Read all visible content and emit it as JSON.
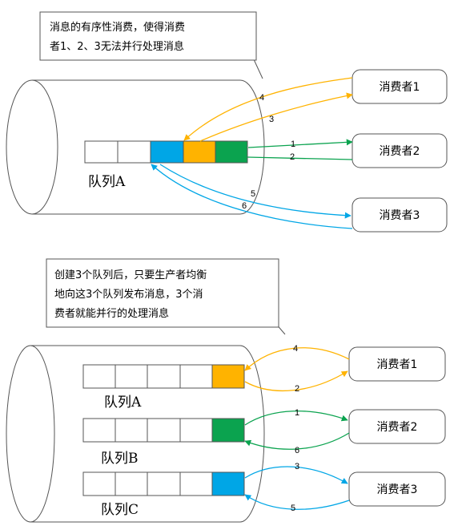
{
  "colors": {
    "orange": "#FFB300",
    "green": "#0BA34F",
    "blue": "#00A6E6",
    "border": "#555555"
  },
  "top": {
    "note": [
      "消息的有序性消费，使得消费",
      "者1、2、3无法并行处理消息"
    ],
    "queue_label": "队列A",
    "consumers": [
      "消费者1",
      "消费者2",
      "消费者3"
    ],
    "arrow_labels": [
      "4",
      "3",
      "1",
      "2",
      "5",
      "6"
    ]
  },
  "bottom": {
    "note": [
      "创建3个队列后，只要生产者均衡",
      "地向这3个队列发布消息，3个消",
      "费者就能并行的处理消息"
    ],
    "queue_labels": [
      "队列A",
      "队列B",
      "队列C"
    ],
    "consumers": [
      "消费者1",
      "消费者2",
      "消费者3"
    ],
    "arrow_labels": [
      "4",
      "2",
      "1",
      "6",
      "3",
      "5"
    ]
  }
}
